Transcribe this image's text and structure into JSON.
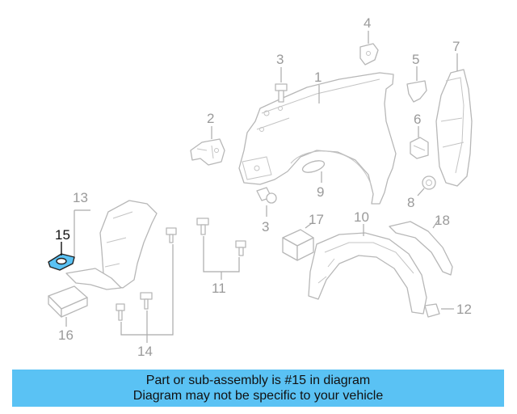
{
  "diagram": {
    "highlight_color": "#5ac2f4",
    "callouts": [
      {
        "id": "c1",
        "label": "1"
      },
      {
        "id": "c2",
        "label": "2"
      },
      {
        "id": "c3a",
        "label": "3"
      },
      {
        "id": "c3b",
        "label": "3"
      },
      {
        "id": "c4",
        "label": "4"
      },
      {
        "id": "c5",
        "label": "5"
      },
      {
        "id": "c6",
        "label": "6"
      },
      {
        "id": "c7",
        "label": "7"
      },
      {
        "id": "c8",
        "label": "8"
      },
      {
        "id": "c9",
        "label": "9"
      },
      {
        "id": "c10",
        "label": "10"
      },
      {
        "id": "c11",
        "label": "11"
      },
      {
        "id": "c12",
        "label": "12"
      },
      {
        "id": "c13",
        "label": "13"
      },
      {
        "id": "c14",
        "label": "14"
      },
      {
        "id": "c15",
        "label": "15",
        "highlighted": true
      },
      {
        "id": "c16",
        "label": "16"
      },
      {
        "id": "c17",
        "label": "17"
      },
      {
        "id": "c18",
        "label": "18"
      }
    ]
  },
  "banner": {
    "background": "#5ac2f4",
    "line1": "Part or sub-assembly is #15 in diagram",
    "line2": "Diagram may not be specific to your vehicle"
  }
}
